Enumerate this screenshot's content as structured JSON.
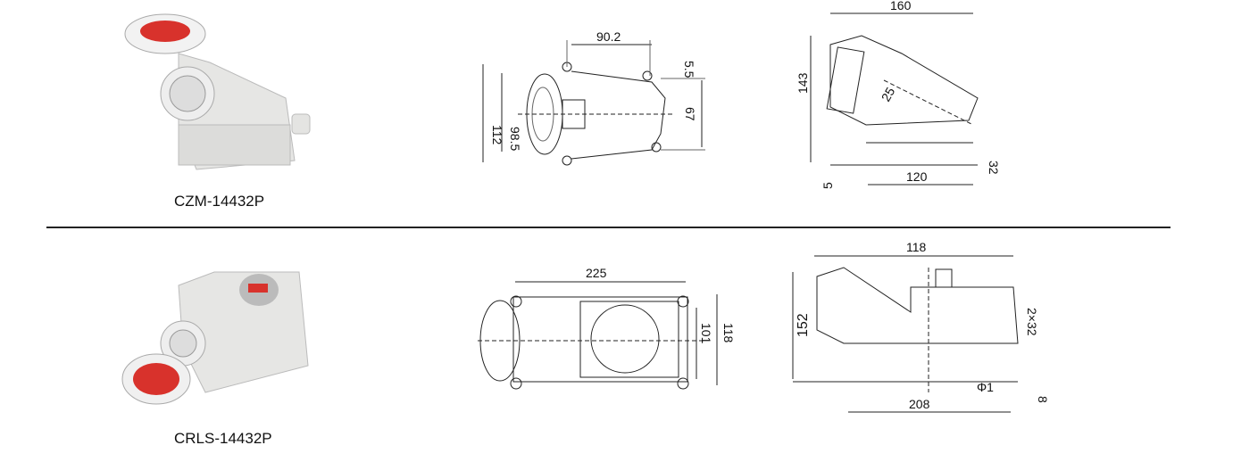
{
  "products": [
    {
      "model": "CZM-14432P",
      "front_view": {
        "width_top": "90.2",
        "offset": "5.5",
        "height_outer": "112",
        "height_inner": "98.5",
        "mount_height": "67"
      },
      "side_view": {
        "length": "160",
        "height": "143",
        "angle_dim": "25",
        "base_depth": "32",
        "base_offset": "5",
        "mount_spacing": "120"
      }
    },
    {
      "model": "CRLS-14432P",
      "front_view": {
        "length": "225",
        "height_outer": "118",
        "height_inner": "101"
      },
      "side_view": {
        "length": "118",
        "height": "152",
        "cable": "2×32",
        "hole": "Φ1",
        "base_offset": "8",
        "mount_spacing": "208"
      }
    }
  ],
  "colors": {
    "accent_red": "#d8322c",
    "body_grey": "#e4e4e2"
  }
}
